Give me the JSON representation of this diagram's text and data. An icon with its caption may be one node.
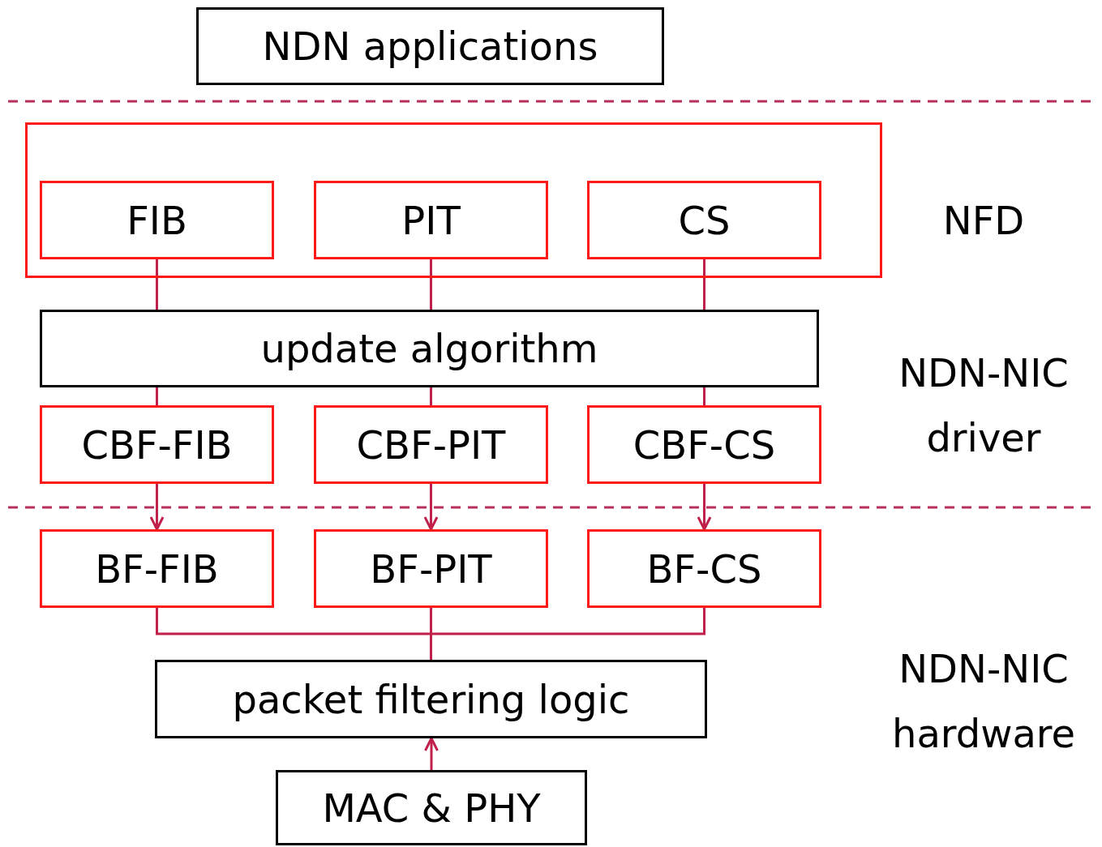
{
  "diagram": {
    "nodes": [
      {
        "text": [
          "NDN applications"
        ]
      },
      {
        "text": [],
        "shape": "box"
      },
      {
        "text": [
          "FIB"
        ],
        "in": 1
      },
      {
        "text": [
          "PIT"
        ],
        "in": 1
      },
      {
        "text": [
          "CS"
        ],
        "in": 1
      },
      {
        "text": [
          "update algorithm"
        ]
      },
      {
        "text": [
          "CBF-FIB"
        ]
      },
      {
        "text": [
          "CBF-PIT"
        ]
      },
      {
        "text": [
          "CBF-CS"
        ]
      },
      {
        "text": [
          "BF-FIB"
        ]
      },
      {
        "text": [
          "BF-PIT"
        ]
      },
      {
        "text": [
          "BF-CS"
        ]
      },
      {
        "text": [
          "packet filtering logic"
        ]
      },
      {
        "text": [
          "MAC & PHY"
        ]
      }
    ],
    "edges": [
      {
        "from": 2,
        "to": 5,
        "arrow": "none"
      },
      {
        "from": 3,
        "to": 5,
        "arrow": "none"
      },
      {
        "from": 4,
        "to": 5,
        "arrow": "none"
      },
      {
        "from": 5,
        "to": 6,
        "arrow": "none"
      },
      {
        "from": 5,
        "to": 7,
        "arrow": "none"
      },
      {
        "from": 5,
        "to": 8,
        "arrow": "none"
      },
      {
        "from": 6,
        "to": 9,
        "arrow": "to"
      },
      {
        "from": 7,
        "to": 10,
        "arrow": "to"
      },
      {
        "from": 8,
        "to": 11,
        "arrow": "to"
      },
      {
        "from": 9,
        "to": 12,
        "arrow": "none"
      },
      {
        "from": 10,
        "to": 12,
        "arrow": "none"
      },
      {
        "from": 11,
        "to": 12,
        "arrow": "none"
      },
      {
        "from": 13,
        "to": 12,
        "arrow": "to"
      }
    ],
    "labels": [
      "NFD",
      "NDN-NIC driver",
      "NDN-NIC hardware"
    ]
  }
}
